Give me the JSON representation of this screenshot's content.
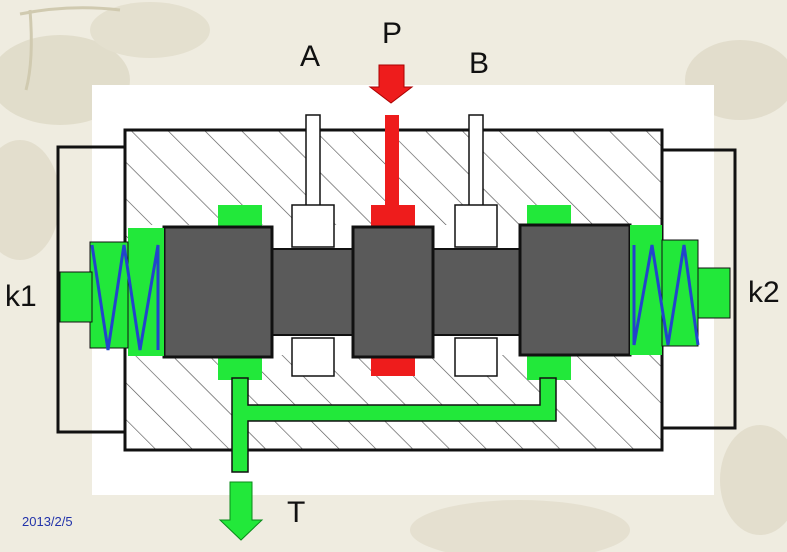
{
  "labels": {
    "port_a": "A",
    "port_p": "P",
    "port_b": "B",
    "port_t": "T",
    "solenoid_left": "k1",
    "solenoid_right": "k2",
    "date": "2013/2/5"
  },
  "colors": {
    "pressure": "#ee1c1c",
    "tank": "#22e83a",
    "spool": "#5a5a5a",
    "spring": "#2244cc",
    "housing_hatch": "#555555",
    "background": "#efece0"
  }
}
